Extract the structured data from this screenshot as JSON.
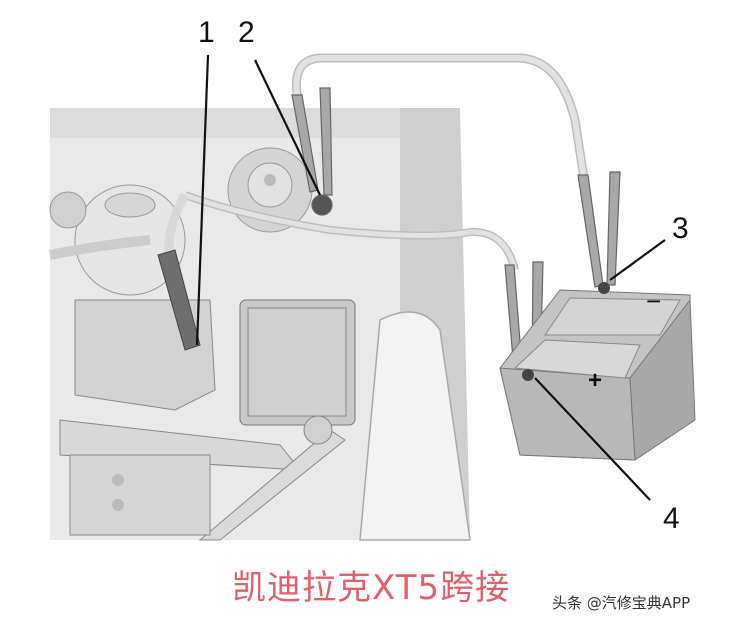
{
  "diagram": {
    "subject": "Jump-starting connection illustration",
    "callouts": [
      {
        "id": "1",
        "label": "1"
      },
      {
        "id": "2",
        "label": "2"
      },
      {
        "id": "3",
        "label": "3"
      },
      {
        "id": "4",
        "label": "4"
      }
    ],
    "battery_symbols": {
      "negative": "−",
      "positive": "+"
    }
  },
  "caption": "凯迪拉克XT5跨接",
  "watermark": "头条 @汽修宝典APP",
  "colors": {
    "caption": "#e0606a",
    "line": "#111111",
    "cable": "#d8d8d8",
    "metal": "#9a9a9a"
  }
}
